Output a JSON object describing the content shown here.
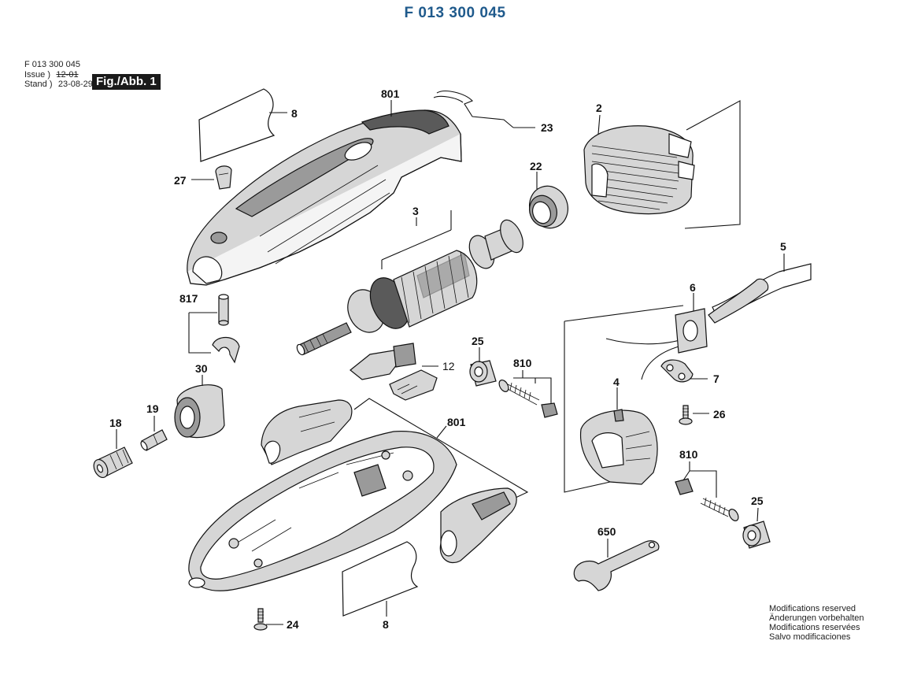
{
  "header": {
    "title": "F 013 300 045"
  },
  "meta": {
    "code": "F 013 300 045",
    "issue_label": "Issue",
    "issue_value": "12-01",
    "stand_label": "Stand",
    "stand_value": "23-08-29"
  },
  "figure_label": "Fig./Abb. 1",
  "callouts": {
    "c8_top": "8",
    "c801_top": "801",
    "c23": "23",
    "c2": "2",
    "c27": "27",
    "c22": "22",
    "c3": "3",
    "c5": "5",
    "c817": "817",
    "c6": "6",
    "c12": "12",
    "c25_a": "25",
    "c810_a": "810",
    "c30": "30",
    "c7": "7",
    "c4": "4",
    "c19": "19",
    "c18": "18",
    "c26": "26",
    "c801_bot": "801",
    "c810_b": "810",
    "c25_b": "25",
    "c650": "650",
    "c24": "24",
    "c8_bot": "8"
  },
  "notes": [
    "Modifications reserved",
    "Änderungen vorbehalten",
    "Modifications reservées",
    "Salvo modificaciones"
  ]
}
